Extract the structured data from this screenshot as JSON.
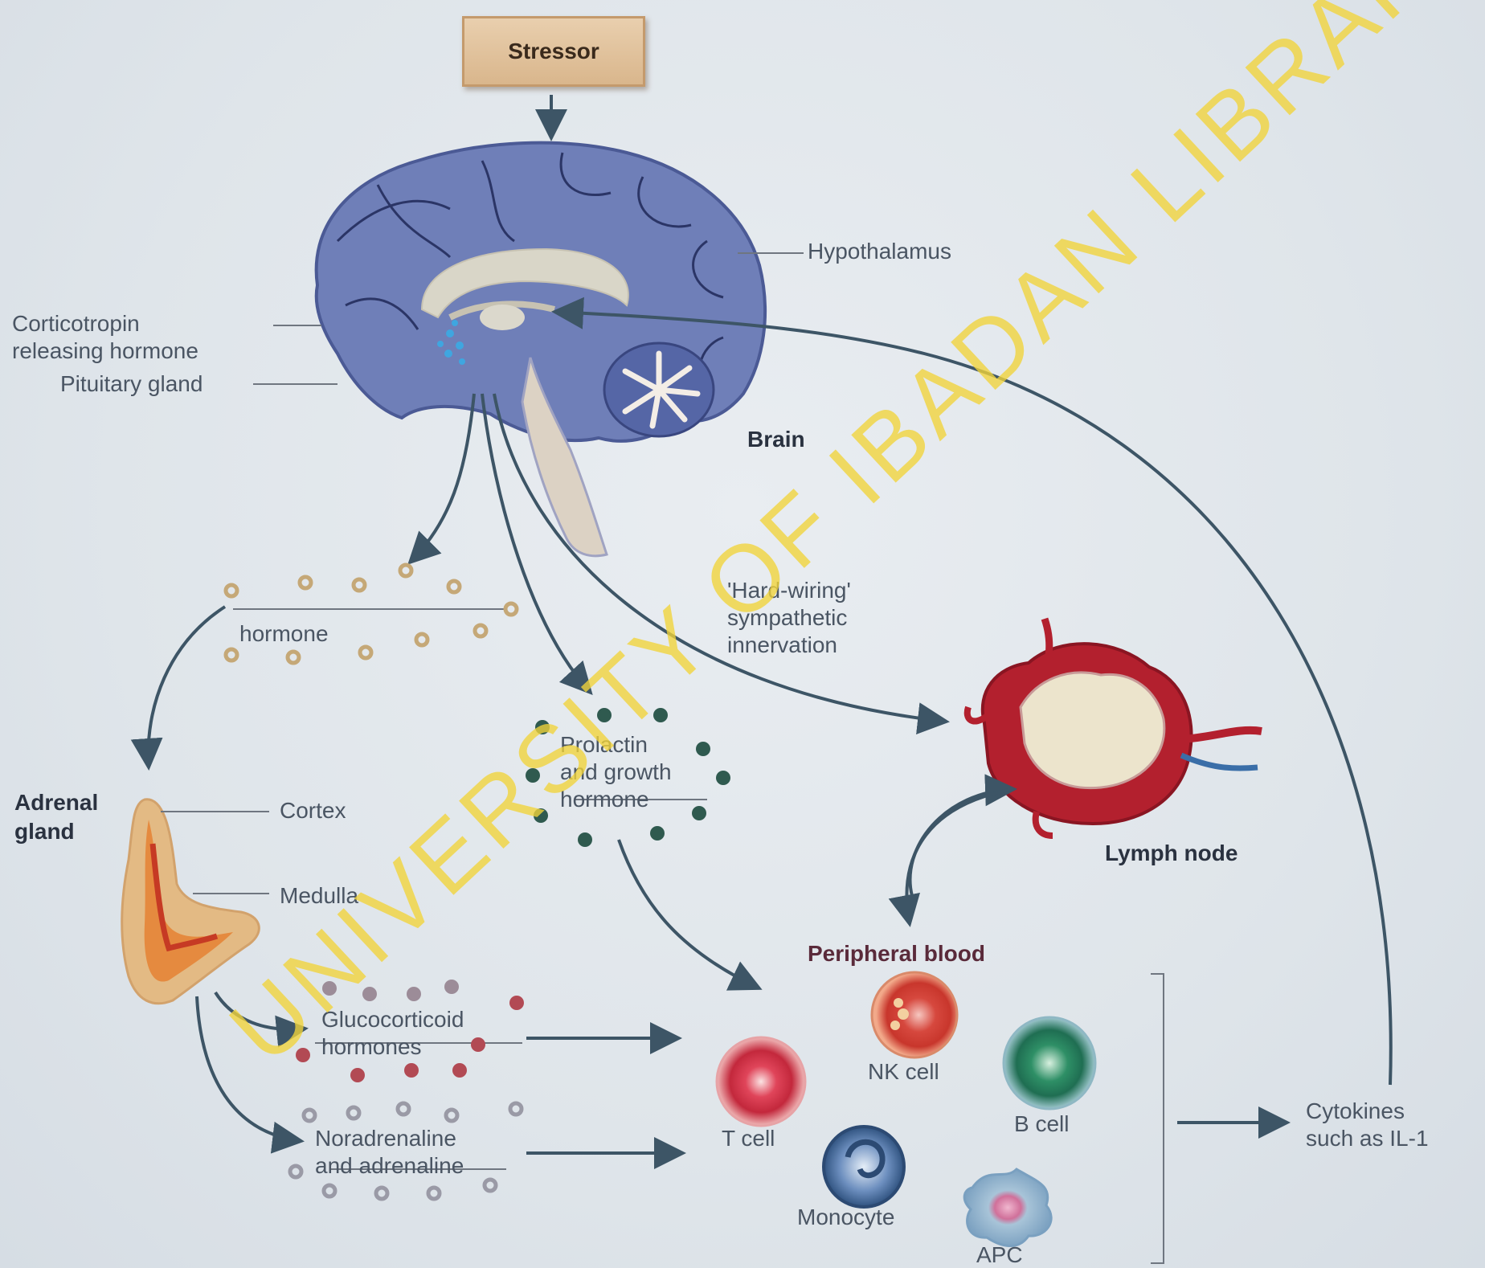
{
  "stressor": "Stressor",
  "brain": {
    "hypothalamus": "Hypothalamus",
    "crh_line1": "Corticotropin",
    "crh_line2": "releasing hormone",
    "pituitary": "Pituitary gland",
    "label": "Brain"
  },
  "hardwiring": {
    "line1": "'Hard-wiring'",
    "line2": "sympathetic",
    "line3": "innervation"
  },
  "acth": {
    "line2": "hormone"
  },
  "prolactin": {
    "line1": "Prolactin",
    "line2": "and growth",
    "line3": "hormone"
  },
  "lymph_node": "Lymph node",
  "adrenal": {
    "line1": "Adrenal",
    "line2": "gland",
    "cortex": "Cortex",
    "medulla": "Medulla"
  },
  "glucocorticoid": {
    "line1": "Glucocorticoid",
    "line2": "hormones"
  },
  "noradrenaline": {
    "line1": "Noradrenaline",
    "line2": "and adrenaline"
  },
  "peripheral_blood": "Peripheral blood",
  "cells": {
    "nk": "NK cell",
    "b": "B cell",
    "t": "T cell",
    "monocyte": "Monocyte",
    "apc": "APC"
  },
  "cytokines": {
    "line1": "Cytokines",
    "line2": "such as IL-1"
  },
  "watermark": "UNIVERSITY OF IBADAN LIBRARY",
  "colors": {
    "background": "#dde3e9",
    "brain": "#6f7fb8",
    "arrow": "#3d5566",
    "stressor_box": "#dcbb93",
    "lymph": "#b3202e",
    "watermark": "#f2d43a"
  }
}
